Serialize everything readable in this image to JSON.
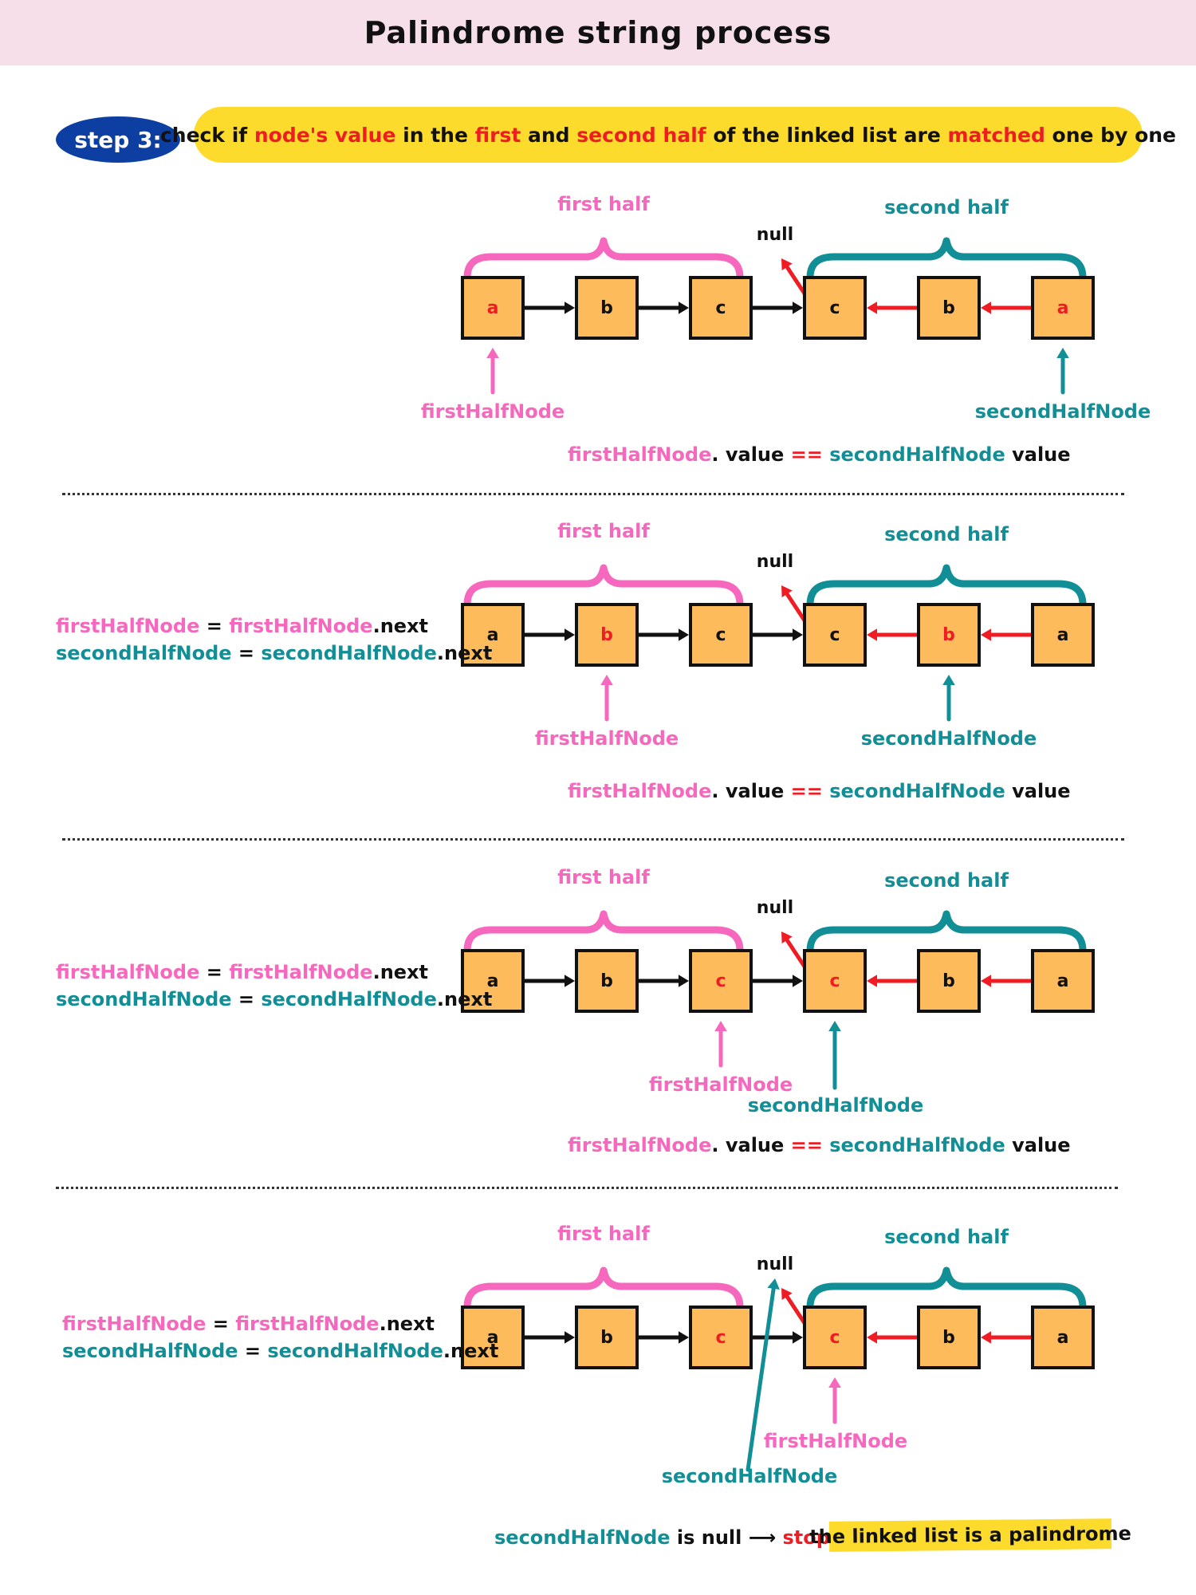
{
  "header": {
    "title": "Palindrome string process"
  },
  "step": {
    "badge": "step 3:",
    "banner": [
      {
        "text": "check if ",
        "hl": false
      },
      {
        "text": "node's value",
        "hl": true
      },
      {
        "text": " in the ",
        "hl": false
      },
      {
        "text": "first",
        "hl": true
      },
      {
        "text": " and ",
        "hl": false
      },
      {
        "text": "second half",
        "hl": true
      },
      {
        "text": " of the linked list are ",
        "hl": false
      },
      {
        "text": "matched",
        "hl": true
      },
      {
        "text": " one by one",
        "hl": false
      }
    ]
  },
  "labels": {
    "first_half": "first half",
    "second_half": "second half",
    "null": "null",
    "first_ptr": "firstHalfNode",
    "second_ptr": "secondHalfNode",
    "compare": {
      "first": "firstHalfNode",
      "value1": ". value ",
      "eq": "==",
      "second": " secondHalfNode",
      "value2": " value"
    },
    "assign": {
      "first_lhs": "firstHalfNode",
      "first_eq": " = ",
      "first_rhs": "firstHalfNode",
      "second_lhs": "secondHalfNode",
      "second_eq": " = ",
      "second_rhs": "secondHalfNode",
      "next": ".next"
    }
  },
  "nodes": [
    "a",
    "b",
    "c",
    "c",
    "b",
    "a"
  ],
  "diagrams": [
    {
      "first_index": 0,
      "second_index": 5,
      "highlight": [
        0,
        5
      ],
      "assign": false,
      "compare": true
    },
    {
      "first_index": 1,
      "second_index": 4,
      "highlight": [
        1,
        4
      ],
      "assign": true,
      "compare": true
    },
    {
      "first_index": 2,
      "second_index": 3,
      "highlight": [
        2,
        3
      ],
      "assign": true,
      "compare": true
    },
    {
      "first_index": 3,
      "second_index": "null",
      "highlight": [
        2,
        3
      ],
      "assign": true,
      "compare": false
    }
  ],
  "footer": {
    "ptr": "secondHalfNode",
    "is_null": " is null ",
    "arrow": "⟶",
    "stop": " stop",
    "result": "the linked list is a palindrome"
  },
  "colors": {
    "pink": "#f668bd",
    "teal": "#128f96",
    "red": "#ef1c24",
    "node_fill": "#fdbb5c",
    "banner": "#fddb2c",
    "badge": "#0d3fa3",
    "header_bg": "#f6dfe9"
  }
}
